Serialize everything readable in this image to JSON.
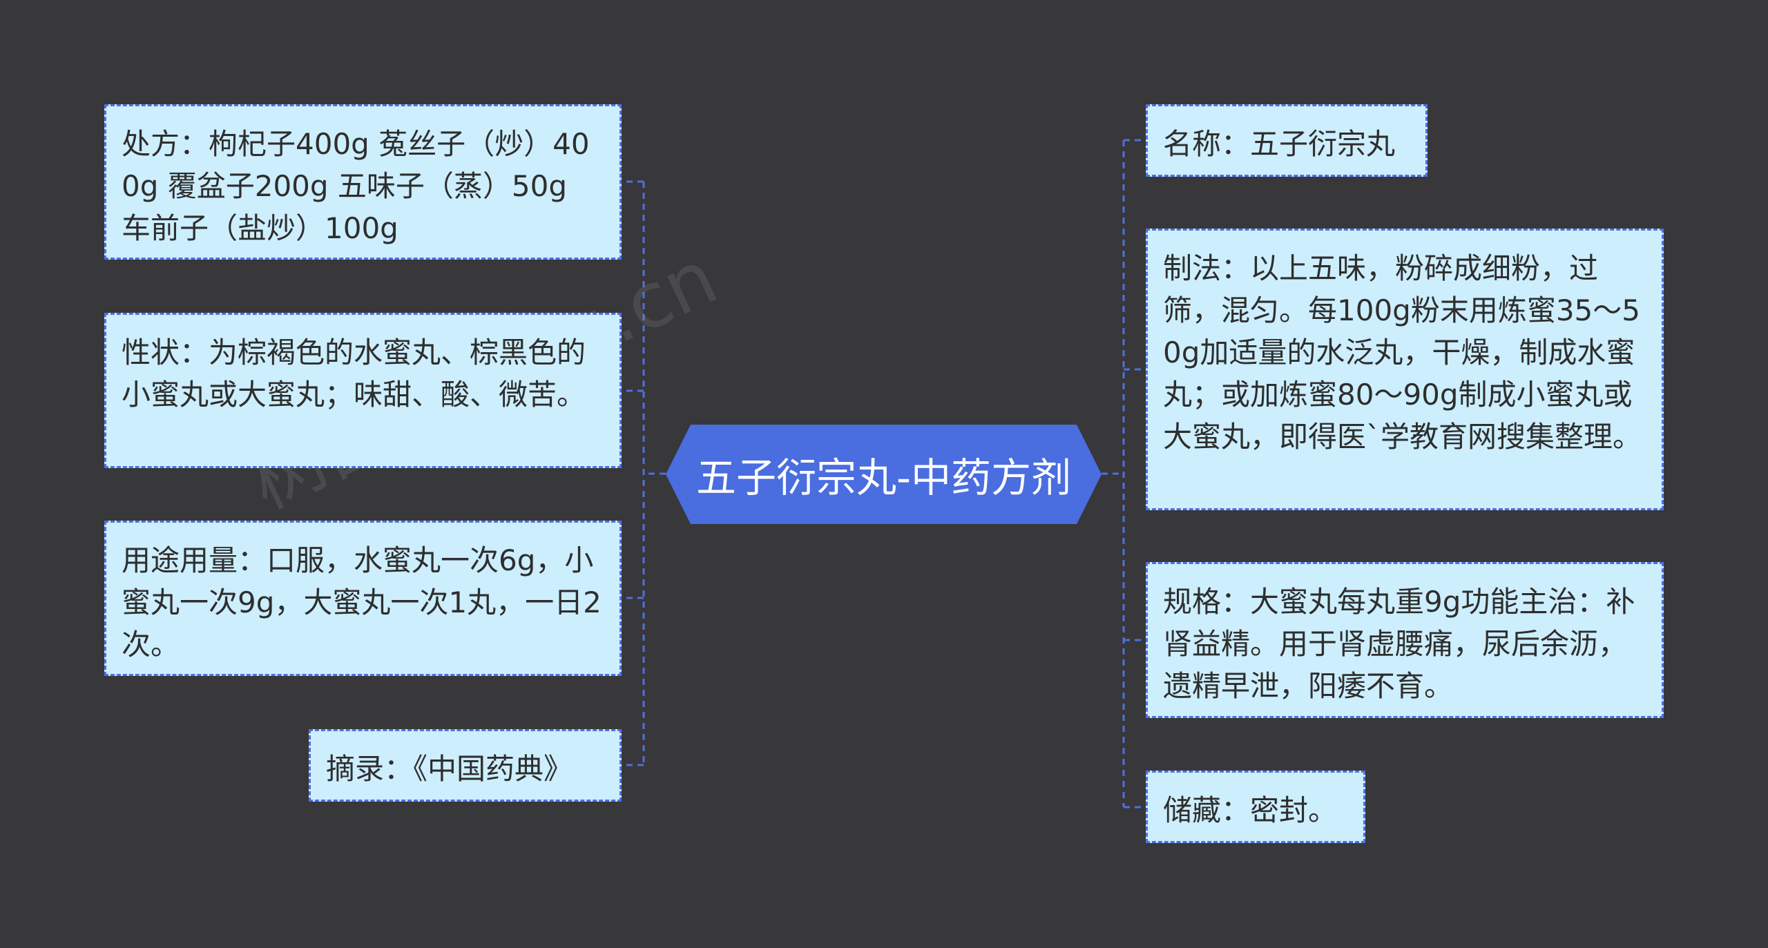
{
  "root": {
    "label": "五子衍宗丸-中药方剂"
  },
  "left_nodes": [
    {
      "text": "处方：枸杞子400g 菟丝子（炒）400g 覆盆子200g 五味子（蒸）50g 车前子（盐炒）100g"
    },
    {
      "text": "性状：为棕褐色的水蜜丸、棕黑色的小蜜丸或大蜜丸；味甜、酸、微苦。"
    },
    {
      "text": "用途用量：口服，水蜜丸一次6g，小蜜丸一次9g，大蜜丸一次1丸，一日2次。"
    },
    {
      "text": "摘录：《中国药典》"
    }
  ],
  "right_nodes": [
    {
      "text": "名称：五子衍宗丸"
    },
    {
      "text": "制法：以上五味，粉碎成细粉，过筛，混匀。每100g粉末用炼蜜35～50g加适量的水泛丸，干燥，制成水蜜丸；或加炼蜜80～90g制成小蜜丸或大蜜丸，即得医`学教育网搜集整理。"
    },
    {
      "text": "规格：大蜜丸每丸重9g功能主治：补肾益精。用于肾虚腰痛，尿后余沥，遗精早泄，阳痿不育。"
    },
    {
      "text": "储藏：密封。"
    }
  ],
  "watermark": "树图 shutu.cn",
  "colors": {
    "background": "#38373a",
    "node_fill": "#cdeefd",
    "node_border": "#4f6fe2",
    "root_fill": "#4a6de0",
    "root_text": "#ffffff",
    "node_text": "#2e2e2e"
  }
}
